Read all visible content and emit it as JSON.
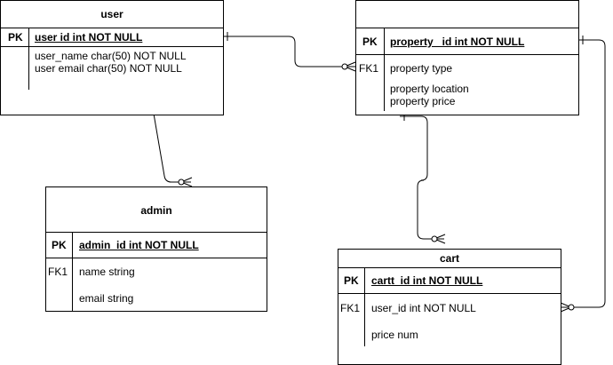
{
  "tables": {
    "user": {
      "title": "user",
      "pk_label": "PK",
      "pk_field": "user id int NOT NULL",
      "fields": [
        "user_name char(50) NOT NULL",
        "user email char(50) NOT NULL"
      ]
    },
    "property": {
      "title": "",
      "pk_label": "PK",
      "pk_field": "property _id int NOT NULL",
      "fk_label": "FK1",
      "fields": [
        "property type",
        "property location",
        "property price"
      ]
    },
    "admin": {
      "title": "admin",
      "pk_label": "PK",
      "pk_field": "admin_id int NOT NULL",
      "fk_label": "FK1",
      "fields": [
        "name string",
        "email string"
      ]
    },
    "cart": {
      "title": "cart",
      "pk_label": "PK",
      "pk_field": "cartt_id int NOT NULL",
      "fk_label": "FK1",
      "fields": [
        "user_id int NOT NULL",
        "price num"
      ]
    }
  },
  "relationships": [
    {
      "from": "user",
      "to": "property",
      "from_end": "one",
      "to_end": "zero-or-many"
    },
    {
      "from": "user",
      "to": "admin",
      "from_end": "one",
      "to_end": "zero-or-many"
    },
    {
      "from": "property",
      "to": "cart",
      "from_end": "one",
      "to_end": "zero-or-many"
    },
    {
      "from": "property",
      "to": "cart",
      "from_end": "one",
      "to_end": "zero-or-many"
    }
  ],
  "colors": {
    "line": "#000000",
    "background": "#ffffff"
  }
}
